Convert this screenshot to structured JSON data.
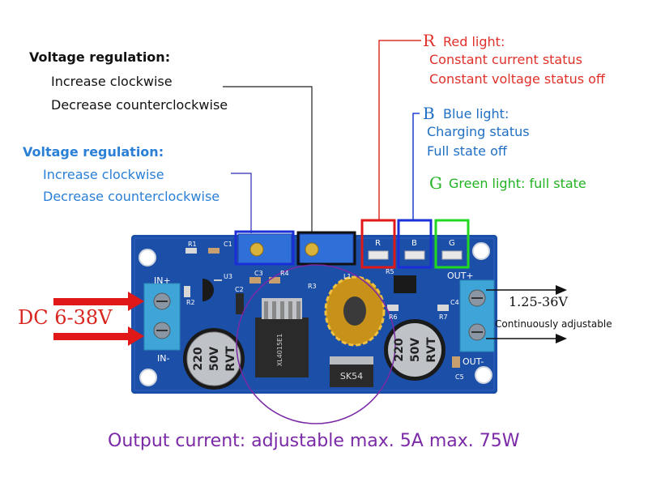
{
  "annotations": {
    "black_block": {
      "title": "Voltage regulation:",
      "line1": "Increase clockwise",
      "line2": "Decrease counterclockwise"
    },
    "blue_block": {
      "title": "Voltage regulation:",
      "line1": "Increase clockwise",
      "line2": "Decrease counterclockwise"
    },
    "red_light": {
      "letter": "R",
      "title": "Red light:",
      "line1": "Constant current status",
      "line2": "Constant voltage status off"
    },
    "blue_light": {
      "letter": "B",
      "title": "Blue light:",
      "line1": "Charging status",
      "line2": "Full state off"
    },
    "green_light": {
      "letter": "G",
      "title": "Green light: full state"
    },
    "input": {
      "label": "DC 6-38V"
    },
    "output": {
      "label": "1.25-36V",
      "sublabel": "Continuously adjustable"
    },
    "footer": {
      "text": "Output current: adjustable max. 5A max. 75W"
    }
  },
  "board": {
    "in_plus": "IN+",
    "in_minus": "IN-",
    "out_plus": "OUT+",
    "out_minus": "OUT-",
    "cap_left": [
      "220",
      "50V",
      "RVT"
    ],
    "cap_right": [
      "220",
      "50V",
      "RVT"
    ],
    "chip_label": "XL4015E1",
    "diode_label": "SK54",
    "led_r": "R",
    "led_b": "B",
    "led_g": "G",
    "silk": [
      "R1",
      "C1",
      "U3",
      "R2",
      "C2",
      "C3",
      "R4",
      "R3",
      "R5",
      "R6",
      "R7",
      "C4",
      "C5",
      "L1"
    ]
  },
  "colors": {
    "board": "#1c4fa8",
    "board_dark": "#143c86",
    "red": "#e0302a",
    "blue": "#2a7fd6",
    "green": "#22b322",
    "purple": "#7a2aa6"
  }
}
